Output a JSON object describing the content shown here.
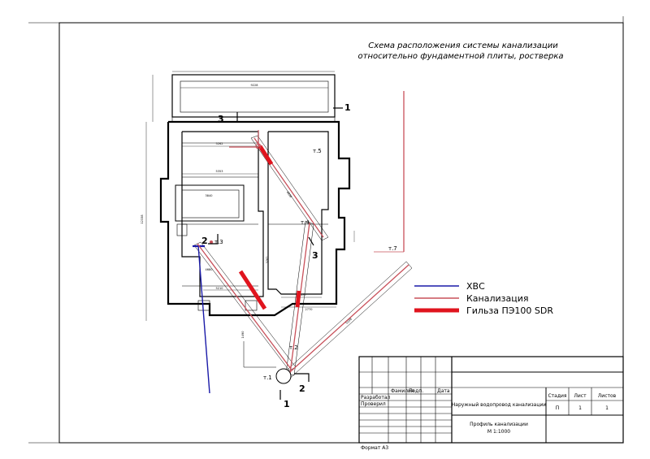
{
  "drawing": {
    "title_line1": "Схема расположения системы канализации",
    "title_line2": "относительно фундаментной плиты, ростверка",
    "format_label": "Формат А3"
  },
  "legend": {
    "items": [
      {
        "label": "ХВС",
        "color": "#1a1aa8"
      },
      {
        "label": "Канализация",
        "color": "#c8505a"
      },
      {
        "label": "Гильза ПЭ100 SDR",
        "color": "#e0141e"
      }
    ]
  },
  "points": {
    "t1": "т.1",
    "t2": "т.2",
    "t3": "т.3",
    "t4": "т.4",
    "t5": "т.5",
    "t7": "т.7"
  },
  "sections": {
    "s1_top": "1",
    "s1_bottom": "1",
    "s2_left": "2",
    "s2_bottom": "2",
    "s3_top": "3",
    "s3_mid": "3"
  },
  "dimensions": {
    "d1": "9228",
    "d2": "5262",
    "d3": "5353",
    "d4": "3840",
    "d5": "12338",
    "d6": "1490",
    "d7": "5210",
    "d8": "2470",
    "d9": "2770",
    "d10": "5108",
    "d11": "4680",
    "d12": "3762",
    "d13": "4838"
  },
  "title_block": {
    "developed": "Разработал",
    "checked": "Проверил",
    "surname": "Фамилия",
    "signature": "Подп.",
    "date": "Дата",
    "project": "Наружный водопровод канализации",
    "stage_h": "Стадия",
    "sheet_h": "Лист",
    "sheets_h": "Листов",
    "stage_v": "П",
    "sheet_v": "1",
    "sheets_v": "1",
    "doc_line1": "Профиль канализации",
    "doc_line2": "М 1:1000"
  },
  "colors": {
    "water": "#1a1aa8",
    "sewer": "#c8505a",
    "sleeve": "#e0141e"
  }
}
